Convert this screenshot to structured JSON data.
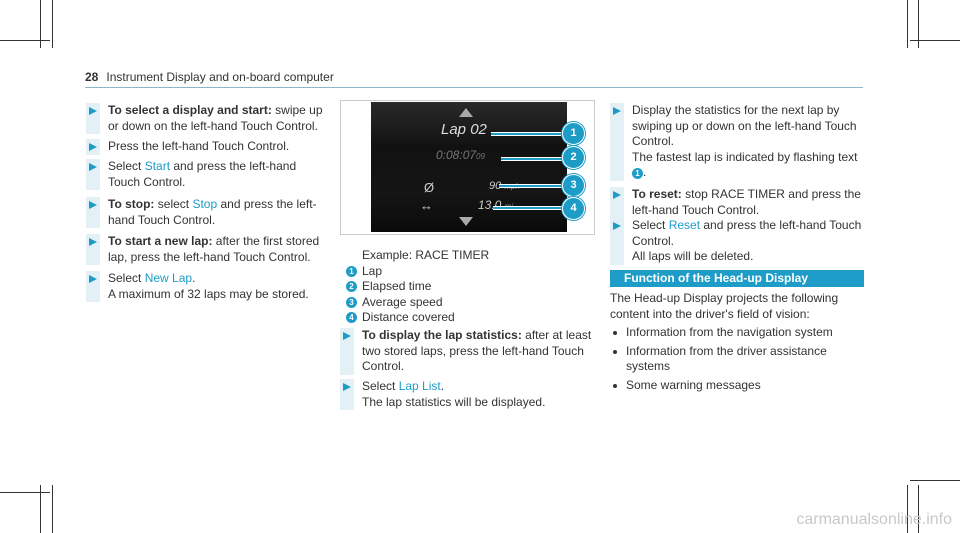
{
  "header": {
    "page_number": "28",
    "title": "Instrument Display and on-board computer"
  },
  "left_steps": [
    {
      "bold": "To select a display and start:",
      "text": " swipe up or down on the left-hand Touch Control."
    },
    {
      "text": "Press the left-hand Touch Control."
    },
    {
      "pre": "Select ",
      "hl": "Start",
      "post": " and press the left-hand Touch Control."
    },
    {
      "bold": "To stop:",
      "pre": " select ",
      "hl": "Stop",
      "post": " and press the left-hand Touch Control."
    },
    {
      "bold": "To start a new lap:",
      "text": " after the first stored lap, press the left-hand Touch Control."
    },
    {
      "pre": "Select ",
      "hl": "New Lap",
      "post": ".",
      "line2": "A maximum of 32 laps may be stored."
    }
  ],
  "figure": {
    "lap_label": "Lap 02",
    "elapsed": "0:08:07",
    "elapsed_frac": "09",
    "avg_symbol": "Ø",
    "avg_value": "90",
    "avg_unit": "mph",
    "dist_symbol": "↔",
    "dist_value": "13.0",
    "dist_unit": "mi",
    "callouts": [
      "1",
      "2",
      "3",
      "4"
    ]
  },
  "caption": {
    "title": "Example: RACE TIMER",
    "items": [
      {
        "num": "1",
        "label": "Lap"
      },
      {
        "num": "2",
        "label": "Elapsed time"
      },
      {
        "num": "3",
        "label": "Average speed"
      },
      {
        "num": "4",
        "label": "Distance covered"
      }
    ]
  },
  "mid_steps": [
    {
      "bold": "To display the lap statistics:",
      "text": " after at least two stored laps, press the left-hand Touch Control."
    },
    {
      "pre": "Select ",
      "hl": "Lap List",
      "post": ".",
      "line2": "The lap statistics will be displayed."
    }
  ],
  "right_steps": [
    {
      "text": "Display the statistics for the next lap by swiping up or down on the left-hand Touch Control.",
      "line2": "The fastest lap is indicated by flashing text",
      "num": "1"
    },
    {
      "bold": "To reset:",
      "text": " stop RACE TIMER and press the left-hand Touch Control."
    },
    {
      "pre": "Select ",
      "hl": "Reset",
      "post": " and press the left-hand Touch Control.",
      "line2": "All laps will be deleted."
    }
  ],
  "section": {
    "title": "Function of the Head-up Display",
    "intro": "The Head-up Display projects the following content into the driver's field of vision:",
    "bullets": [
      "Information from the navigation system",
      "Information from the driver assistance systems",
      "Some warning messages"
    ]
  },
  "watermark": "carmanualsonline.info",
  "colors": {
    "accent": "#1e9cc8"
  }
}
